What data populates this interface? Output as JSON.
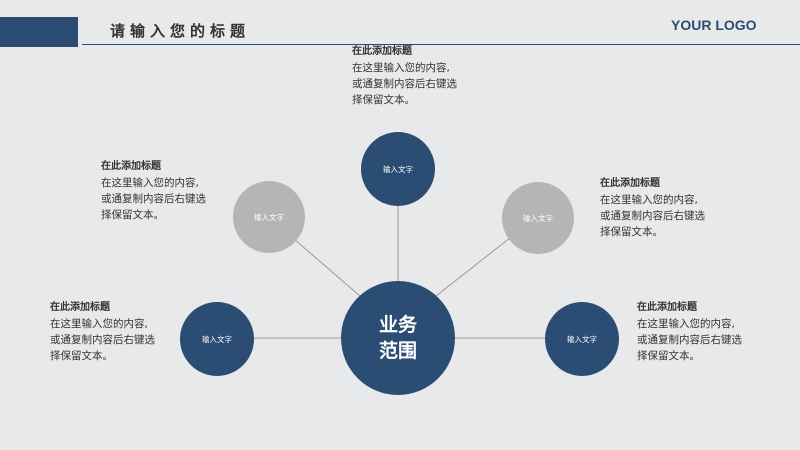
{
  "header": {
    "title": "请输入您的标题",
    "logo": "YOUR LOGO"
  },
  "center": {
    "line1": "业务",
    "line2": "范围"
  },
  "nodes": {
    "top": "输入文字",
    "upper_left": "输入文字",
    "upper_right": "输入文字",
    "lower_left": "输入文字",
    "lower_right": "输入文字"
  },
  "blocks": {
    "top": {
      "heading": "在此添加标题",
      "l1": "在这里输入您的内容,",
      "l2": "或通复制内容后右键选",
      "l3": "择保留文本。"
    },
    "upper_left": {
      "heading": "在此添加标题",
      "l1": "在这里输入您的内容,",
      "l2": "或通复制内容后右键选",
      "l3": "择保留文本。"
    },
    "upper_right": {
      "heading": "在此添加标题",
      "l1": "在这里输入您的内容,",
      "l2": "或通复制内容后右键选",
      "l3": "择保留文本。"
    },
    "lower_left": {
      "heading": "在此添加标题",
      "l1": "在这里输入您的内容,",
      "l2": "或通复制内容后右键选",
      "l3": "择保留文本。"
    },
    "lower_right": {
      "heading": "在此添加标题",
      "l1": "在这里输入您的内容,",
      "l2": "或通复制内容后右键选",
      "l3": "择保留文本。"
    }
  },
  "colors": {
    "accent": "#2b4c73",
    "muted": "#b5b5b5",
    "background": "#e8e9eb"
  }
}
